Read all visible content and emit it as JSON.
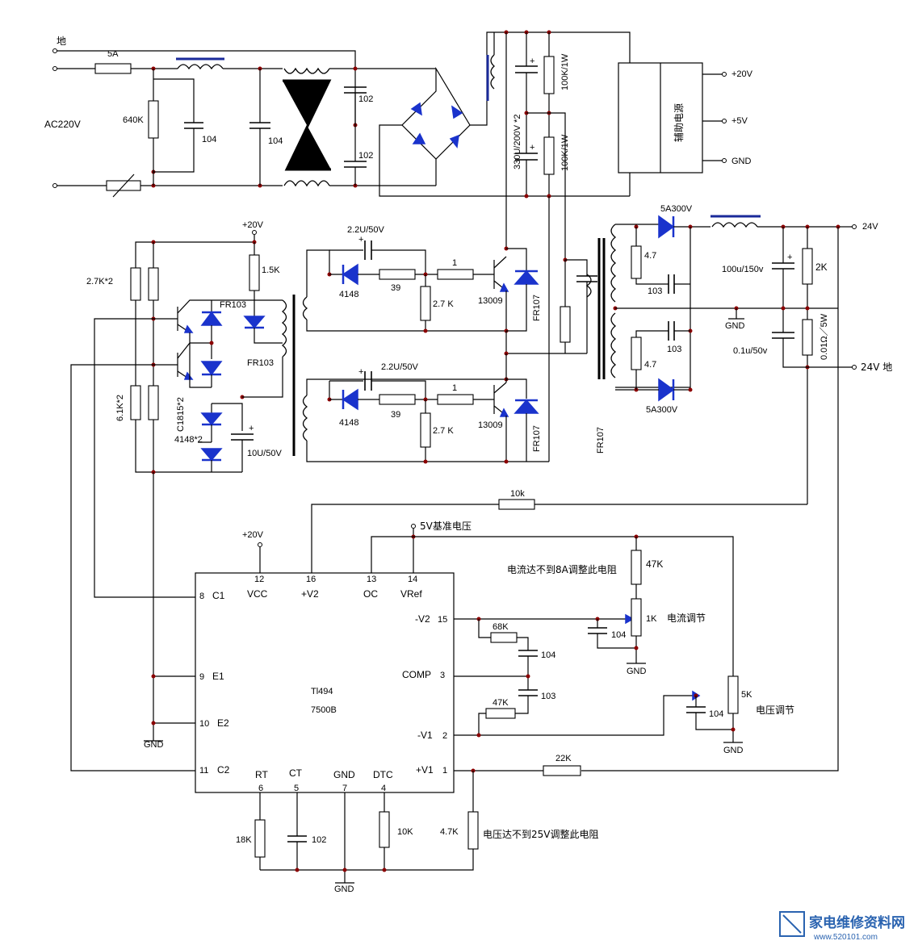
{
  "labels": {
    "ground_top": "地",
    "fuse": "5A",
    "ac_input": "AC220V",
    "r_640k": "640K",
    "c_104_a": "104",
    "c_104_b": "104",
    "c_102_a": "102",
    "c_102_b": "102",
    "bulk_caps": "330U/200V *2",
    "r_100k_a": "100K/1W",
    "r_100k_b": "100K/1W",
    "aux_supply": "辅助电源",
    "out_20v": "+20V",
    "out_5v": "+5V",
    "out_gnd": "GND",
    "drv_20v": "+20V",
    "r_1_5k": "1.5K",
    "r_2_7k_x2": "2.7K*2",
    "fr103_a": "FR103",
    "fr103_b": "FR103",
    "r_6_1k_x2": "6.1K*2",
    "c1815_x2": "C1815*2",
    "d4148_x2": "4148*2",
    "c_10u": "10U/50V",
    "c_2_2u_a": "2.2U/50V",
    "c_2_2u_b": "2.2U/50V",
    "d_4148_a": "4148",
    "d_4148_b": "4148",
    "r_39_a": "39",
    "r_39_b": "39",
    "r_1_a": "1",
    "r_1_b": "1",
    "r_2_7k_a": "2.7 K",
    "r_2_7k_b": "2.7 K",
    "q_13009_a": "13009",
    "q_13009_b": "13009",
    "fr107_a": "FR107",
    "fr107_b": "FR107",
    "fr107_c": "FR107",
    "d_5a300v_a": "5A300V",
    "d_5a300v_b": "5A300V",
    "r_4_7_a": "4.7",
    "r_4_7_b": "4.7",
    "c_103_a": "103",
    "c_103_b": "103",
    "c_100u": "100u/150v",
    "r_2k": "2K",
    "r_shunt": "0.01Ω／5W",
    "gnd_mid": "GND",
    "c_0_1u": "0.1u/50v",
    "out_24v": "24V",
    "out_24v_gnd": "24V 地",
    "r_10k_fb": "10k",
    "vref_label": "5V基准电压",
    "ic_20v": "+20V",
    "note_current": "电流达不到8A调整此电阻",
    "r_47k_a": "47K",
    "pot_1k": "1K",
    "current_adj": "电流调节",
    "c_104_c": "104",
    "r_68k": "68K",
    "c_104_d": "104",
    "c_103_c": "103",
    "r_47k_b": "47K",
    "pot_5k": "5K",
    "c_104_e": "104",
    "voltage_adj": "电压调节",
    "gnd_a": "GND",
    "gnd_b": "GND",
    "gnd_c": "GND",
    "r_22k": "22K",
    "r_18k": "18K",
    "c_102_c": "102",
    "r_10k_dtc": "10K",
    "r_4_7k": "4.7K",
    "note_voltage": "电压达不到25V调整此电阻",
    "gnd_bottom": "GND"
  },
  "ic": {
    "name": "Tl494",
    "code": "7500B",
    "pins": {
      "p12_num": "12",
      "p12_name": "VCC",
      "p16_num": "16",
      "p16_name": "+V2",
      "p13_num": "13",
      "p13_name": "OC",
      "p14_num": "14",
      "p14_name": "VRef",
      "p8_num": "8",
      "p8_name": "C1",
      "p9_num": "9",
      "p9_name": "E1",
      "p10_num": "10",
      "p10_name": "E2",
      "p11_num": "11",
      "p11_name": "C2",
      "p15_num": "15",
      "p15_name": "-V2",
      "p3_num": "3",
      "p3_name": "COMP",
      "p2_num": "2",
      "p2_name": "-V1",
      "p1_num": "1",
      "p1_name": "+V1",
      "p6_num": "6",
      "p6_name": "RT",
      "p5_num": "5",
      "p5_name": "CT",
      "p7_num": "7",
      "p7_name": "GND",
      "p4_num": "4",
      "p4_name": "DTC"
    }
  },
  "watermark": {
    "text": "家电维修资料网",
    "url": "www.520101.com"
  }
}
